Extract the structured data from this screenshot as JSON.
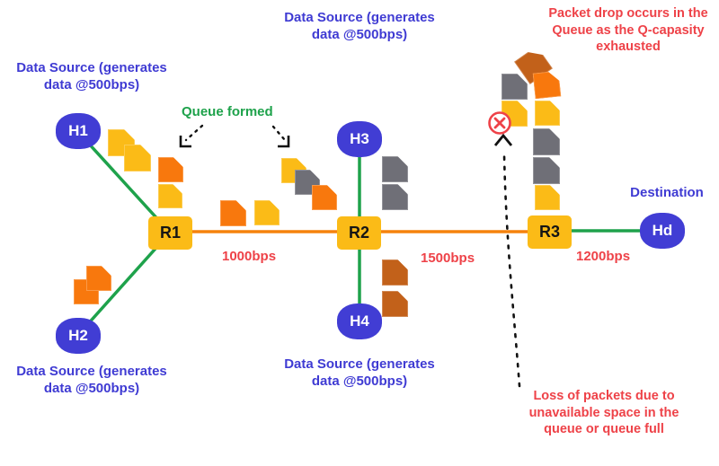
{
  "palette": {
    "yellow": "#FBBB17",
    "orange": "#F8780D",
    "linkOrange": "#F5820D",
    "brown": "#C2611A",
    "gray": "#6F6F77",
    "blue": "#413DD4",
    "textBlue": "#3F3BD3",
    "green": "#1EA24B",
    "red": "#EE4248",
    "arrowBlack": "#111111"
  },
  "nodes": {
    "h1": {
      "label": "H1",
      "type": "host"
    },
    "h2": {
      "label": "H2",
      "type": "host"
    },
    "h3": {
      "label": "H3",
      "type": "host"
    },
    "h4": {
      "label": "H4",
      "type": "host"
    },
    "hd": {
      "label": "Hd",
      "type": "host"
    },
    "r1": {
      "label": "R1",
      "type": "router"
    },
    "r2": {
      "label": "R2",
      "type": "router"
    },
    "r3": {
      "label": "R3",
      "type": "router"
    }
  },
  "links": {
    "r1_r2": {
      "label": "1000bps"
    },
    "r2_r3": {
      "label": "1500bps"
    },
    "r3_hd": {
      "label": "1200bps"
    }
  },
  "annotations": {
    "ds_top_left": "Data Source (generates data @500bps)",
    "ds_top_mid": "Data Source (generates data @500bps)",
    "ds_bottom_left": "Data Source (generates data @500bps)",
    "ds_bottom_mid": "Data Source (generates data @500bps)",
    "queue_formed": "Queue formed",
    "packet_drop": "Packet drop occurs in the Queue as the Q-capasity exhausted",
    "destination": "Destination",
    "packet_loss": "Loss of packets due to unavailable space in the queue or queue full"
  },
  "icons": {
    "packet": "folded-corner-note-square",
    "drop_marker": "circled-x",
    "queue_pointer": "dashed-arrow",
    "loss_pointer": "dashed-arrow-up"
  }
}
